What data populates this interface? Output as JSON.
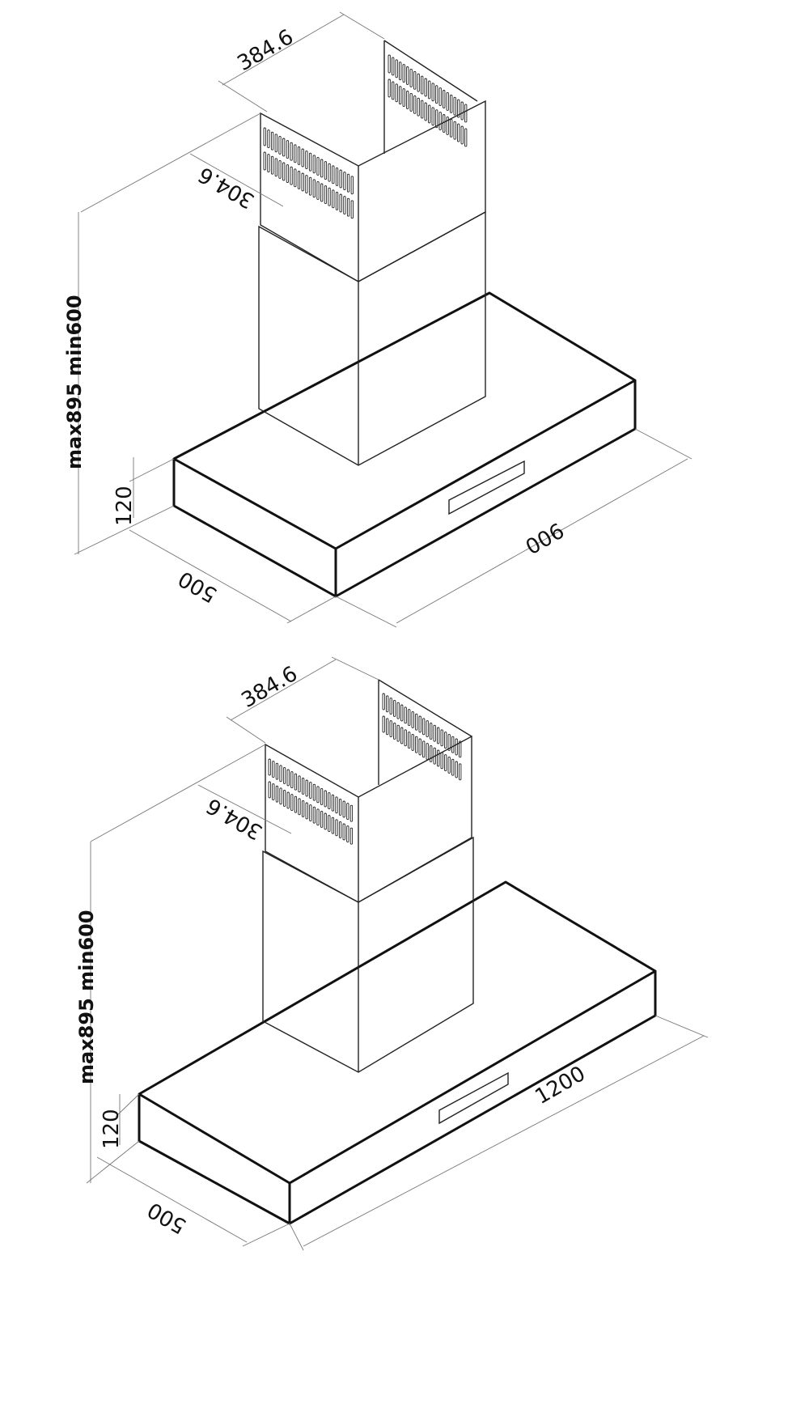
{
  "drawings": [
    {
      "model": "900",
      "dims": {
        "width": "900",
        "depth": "500",
        "canopy_height": "120",
        "chimney_width": "384.6",
        "chimney_depth": "304.6",
        "height_range": "max895  min600"
      }
    },
    {
      "model": "1200",
      "dims": {
        "width": "1200",
        "depth": "500",
        "canopy_height": "120",
        "chimney_width": "384.6",
        "chimney_depth": "304.6",
        "height_range": "max895  min600"
      }
    }
  ]
}
